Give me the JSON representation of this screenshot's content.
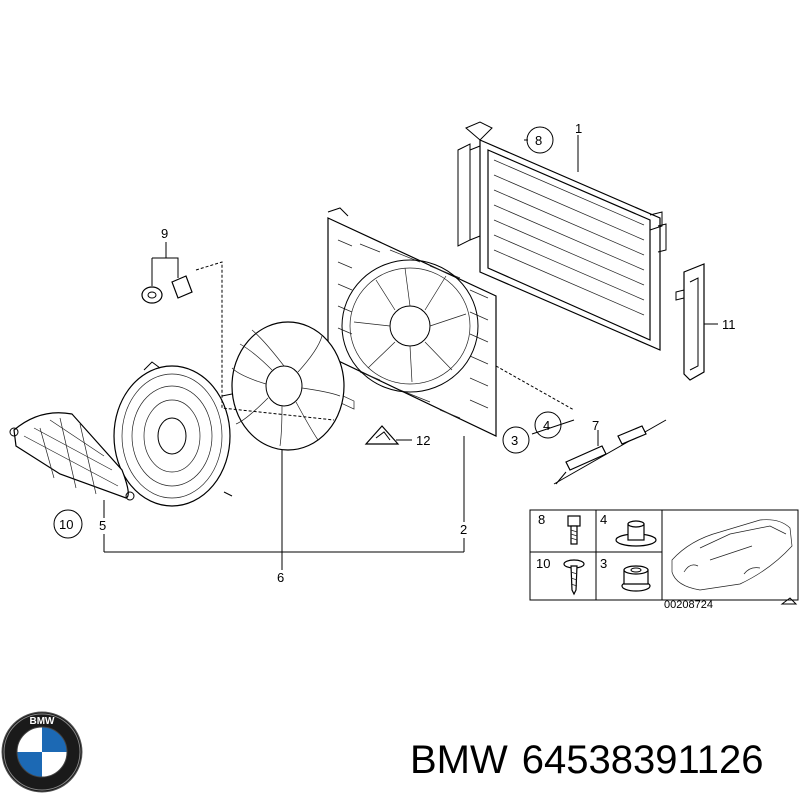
{
  "callouts": {
    "n1": "1",
    "n2": "2",
    "n3": "3",
    "n4": "4",
    "n5": "5",
    "n6": "6",
    "n7": "7",
    "n8": "8",
    "n9": "9",
    "n10": "10",
    "n11": "11",
    "n12": "12"
  },
  "legend": {
    "cells": [
      {
        "num": "8",
        "part": "bolt"
      },
      {
        "num": "4",
        "part": "nut-collar"
      },
      {
        "num": "10",
        "part": "screw"
      },
      {
        "num": "3",
        "part": "hex-nut"
      }
    ],
    "reference_code": "00208724"
  },
  "logo": {
    "brand": "BMW",
    "lettering": "BMW"
  },
  "caption": {
    "brand": "BMW",
    "part_number": "64538391126"
  }
}
